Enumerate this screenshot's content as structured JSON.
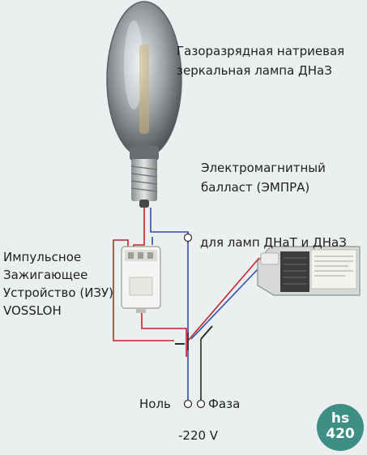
{
  "labels": {
    "lamp_line1": "Газоразрядная натриевая",
    "lamp_line2": "зеркальная лампа ДНаЗ",
    "ballast_line1": "Электромагнитный",
    "ballast_line2": "балласт (ЭМПРА)",
    "ballast_for": "для ламп ДНаТ и ДНаЗ",
    "igniter_line1": "Импульсное",
    "igniter_line2": "Зажигающее",
    "igniter_line3": "Устройство (ИЗУ)",
    "igniter_line4": "VOSSLOH",
    "neutral": "Ноль",
    "phase": "Фаза",
    "voltage": "-220 V"
  },
  "logo": {
    "line1": "hs",
    "line2": "420"
  },
  "colors": {
    "background": "#eceff0",
    "wire_red": "#c0262a",
    "wire_blue": "#2f4fb0",
    "logo_bg": "#3d8f86"
  }
}
